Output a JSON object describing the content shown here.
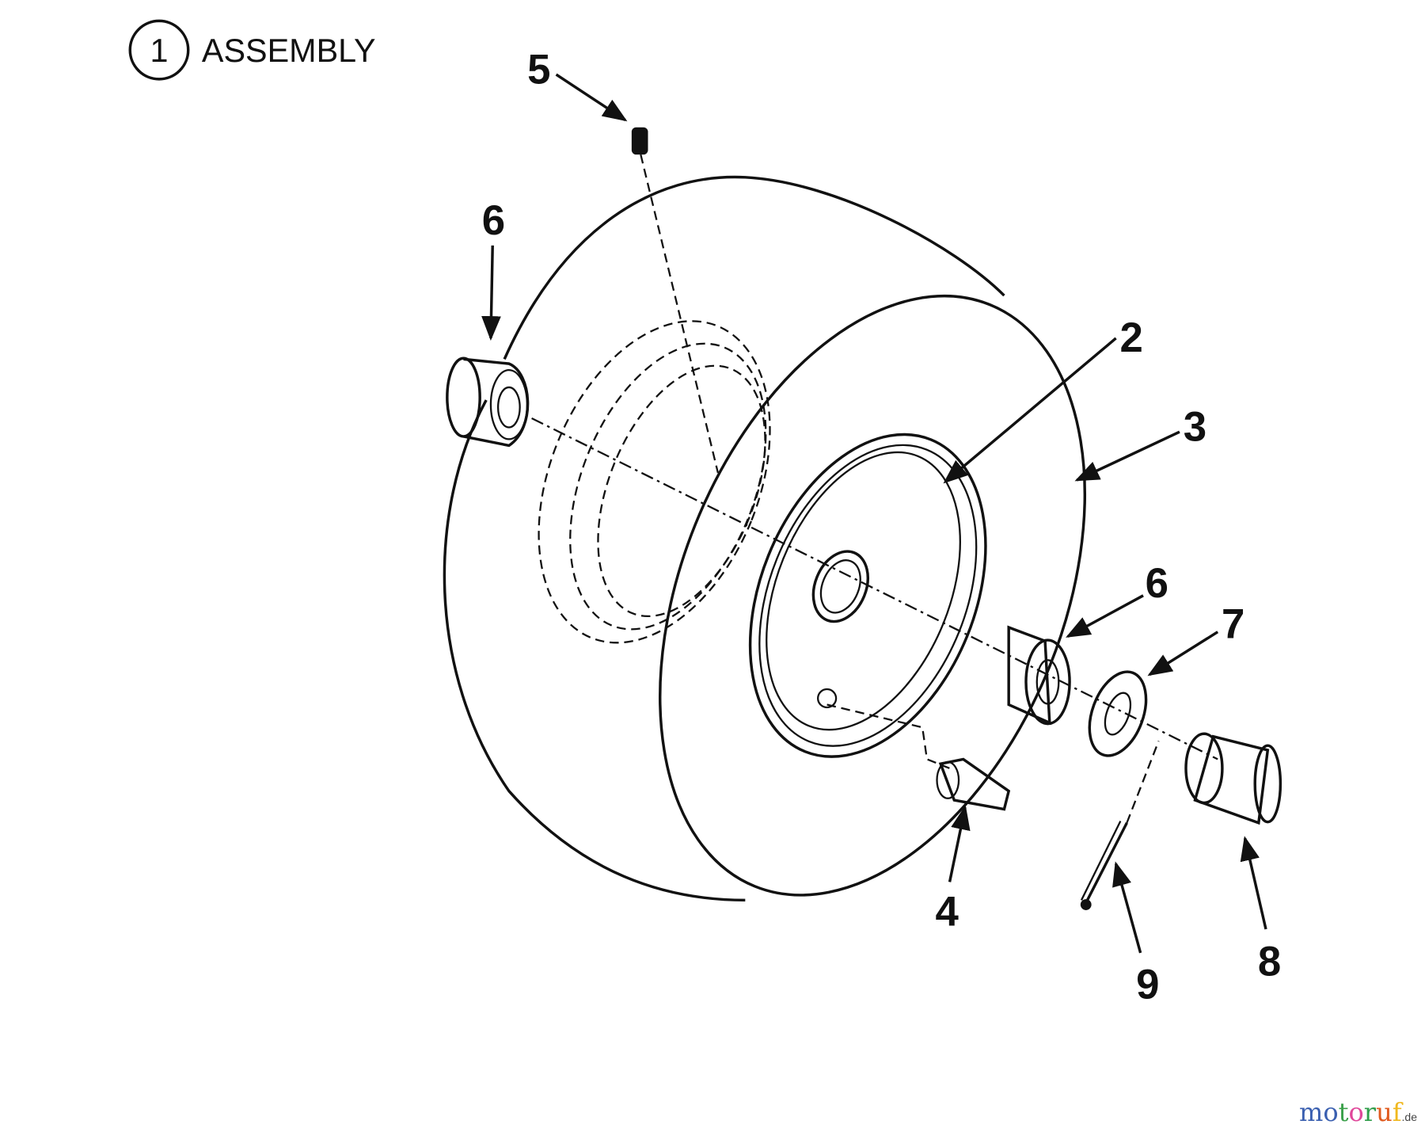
{
  "title": {
    "number": "1",
    "text": "ASSEMBLY"
  },
  "callouts": {
    "rim": "2",
    "tire": "3",
    "valve_stem": "4",
    "grease_fitting": "5",
    "bushing_left": "6",
    "bushing_right": "6",
    "washer": "7",
    "cap": "8",
    "cotter_pin": "9"
  },
  "watermark": {
    "name": "motoruf",
    "suffix": ".de",
    "letters": [
      {
        "ch": "m",
        "color": "#3a5fb0"
      },
      {
        "ch": "o",
        "color": "#3a5fb0"
      },
      {
        "ch": "t",
        "color": "#3aa04a"
      },
      {
        "ch": "o",
        "color": "#e0479a"
      },
      {
        "ch": "r",
        "color": "#2f9d4a"
      },
      {
        "ch": "u",
        "color": "#e05a1e"
      },
      {
        "ch": "f",
        "color": "#f0b81e"
      }
    ]
  }
}
